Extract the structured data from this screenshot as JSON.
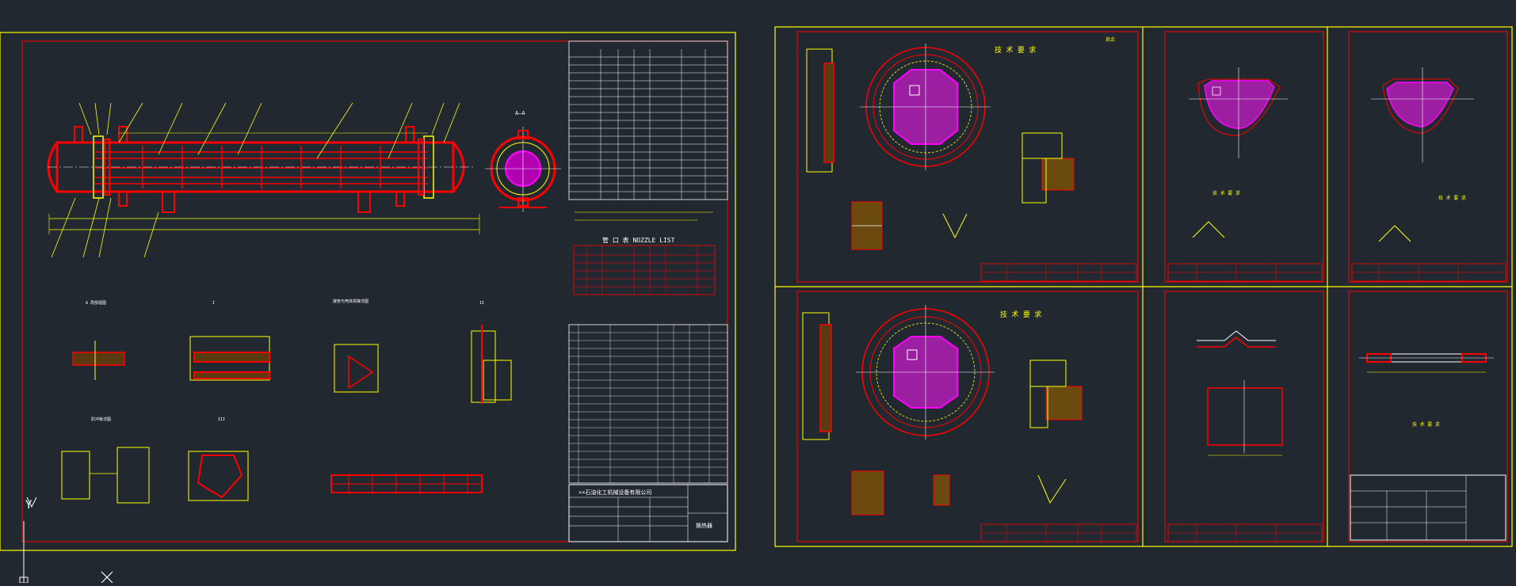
{
  "colors": {
    "background": "#212830",
    "frame": "#ffff00",
    "border": "#ff0000",
    "hatch": "#ff00ff",
    "line": "#ffffff",
    "cyan": "#00ffff"
  },
  "icons": {
    "ucs": "ucs-axis-icon",
    "crosshair": "crosshair-cursor-icon"
  },
  "ucs": {
    "y_label": "Y"
  },
  "main_sheet": {
    "nozzle_table_title": "管 口 表    NOZZLE LIST",
    "section_mark": "A—A",
    "company": "××石油化工机械设备有限公司",
    "title_block_name": "换热器",
    "view_labels": [
      "A  局部视图",
      "I",
      "接管与壳体焊接详图",
      "II",
      "防冲板详图",
      "III"
    ]
  },
  "sheets": {
    "tech_req_1": "技 术 要 求",
    "tech_req_2": "技 术 要 求",
    "tech_req_3": "技 术 要 求",
    "tech_req_4": "技 术 要 求",
    "tech_req_5": "技 术 要 求",
    "roughness_label": "其余"
  }
}
